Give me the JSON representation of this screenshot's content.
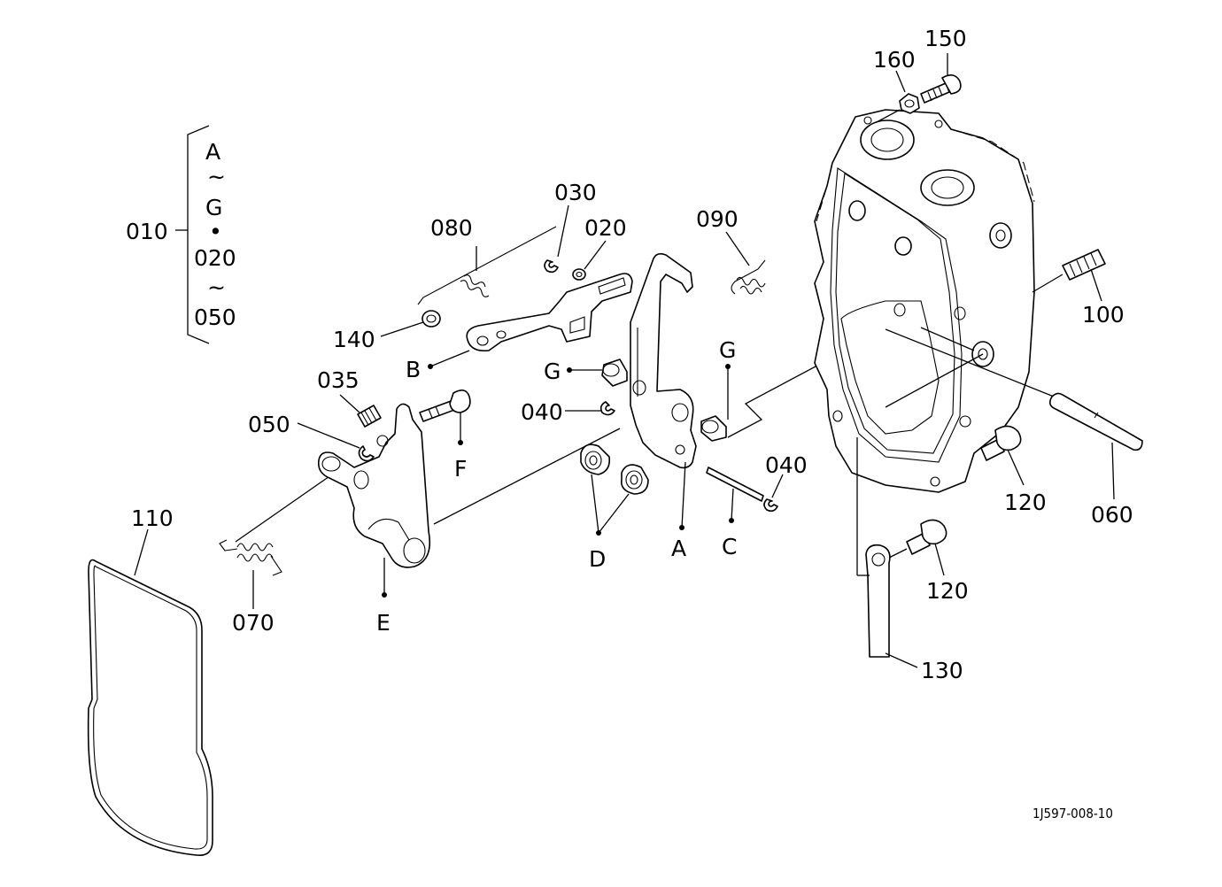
{
  "bracket_group": {
    "id": "010",
    "items": [
      "A",
      "~",
      "G",
      "•",
      "020",
      "~",
      "050"
    ]
  },
  "labels": {
    "l030": "030",
    "l020": "020",
    "l080": "080",
    "l090": "090",
    "l140": "140",
    "lB": "B",
    "lG1": "G",
    "lG2": "G",
    "l035": "035",
    "l040a": "040",
    "l040b": "040",
    "l050": "050",
    "lF": "F",
    "lD": "D",
    "lA": "A",
    "lC": "C",
    "lE": "E",
    "l070": "070",
    "l110": "110",
    "l150": "150",
    "l160": "160",
    "l100": "100",
    "l060": "060",
    "l120a": "120",
    "l120b": "120",
    "l130": "130"
  },
  "figure_ref": "1J597-008-10"
}
